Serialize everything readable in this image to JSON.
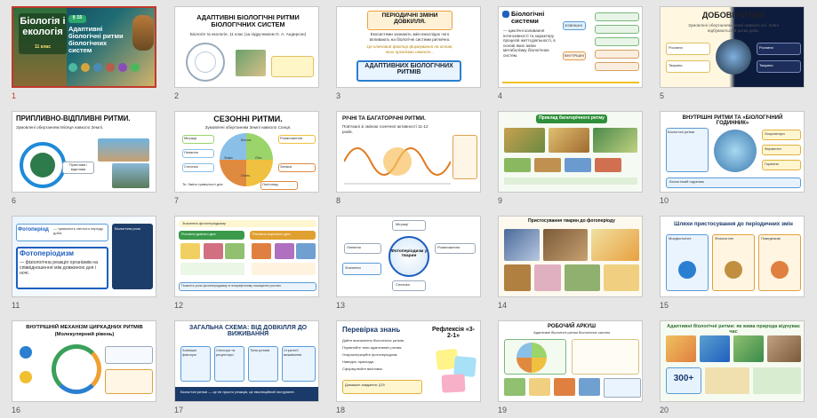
{
  "slides": [
    {
      "num": "1",
      "title": "Біологія і екологія",
      "badge": "11 клас",
      "subtitle": "Адаптивні біологічні ритми біологічних систем",
      "tag": "§ 15"
    },
    {
      "num": "2",
      "title": "АДАПТИВНІ БІОЛОГІЧНІ РИТМИ БІОЛОГІЧНИХ СИСТЕМ",
      "subtitle": "Біологія та екологія, 11 клас (за підручником О. А. Андерсон)"
    },
    {
      "num": "3",
      "title": "ПЕРІОДИЧНІ ЗМІНИ ДОВКІЛЛЯ.",
      "subtitle": "Екосистеми зазнають змін внаслідок чого впливають на біологічні системи ритмічно.",
      "note": "Це ключовий фактор формування на основі, яких організми навколо...",
      "banner": "АДАПТИВНИХ БІОЛОГІЧНИХ РИТМІВ"
    },
    {
      "num": "4",
      "title": "Біологічні системи",
      "lead": "— циклічні коливання інтенсивності та характеру процесів життєдіяльності, в основі яких зміни метаболізму біологічних систем.",
      "tag1": "ЗОВНІШНІ",
      "tag2": "ВНУТРІШНІ"
    },
    {
      "num": "5",
      "title": "ДОБОВІ РИТМИ",
      "subtitle": "Зумовлені обертанням Землі навколо осі. Зовні відбуваються в ритмі доби.",
      "left1": "Рослини",
      "left2": "Тварини",
      "right1": "Рослини",
      "right2": "Тварини"
    },
    {
      "num": "6",
      "title": "ПРИПЛИВНО-ВІДПЛИВНІ РИТМИ.",
      "subtitle": "Зумовлені обертанням Місяця навколо Землі.",
      "center": "Припливи і відпливи"
    },
    {
      "num": "7",
      "title": "СЕЗОННІ РИТМИ.",
      "subtitle": "Зумовлені обертанням Землі навколо Сонця.",
      "s1": "Весна",
      "s2": "Літо",
      "s3": "Осінь",
      "s4": "Зима",
      "c1": "Міграції",
      "c2": "Розмноження",
      "c3": "Линяння",
      "c4": "Сплячка",
      "c5": "Листопад",
      "c6": "Запаси",
      "note": "Ts: Зміни тривалості дня"
    },
    {
      "num": "8",
      "title": "РІЧНІ ТА БАГАТОРІЧНІ РИТМИ.",
      "subtitle": "Пов'язані зі зміною сонячної активності 11-12 років."
    },
    {
      "num": "9",
      "title": "Приклад багаторічного ритму"
    },
    {
      "num": "10",
      "title": "ВНУТРІШНІ РИТМИ ТА «БІОЛОГІЧНИЙ ГОДИННИК»",
      "i1": "Біологічні ритми",
      "i2": "Осцилятори",
      "i3": "Ферменти",
      "i4": "Гормони",
      "foot": "Біологічний годинник"
    },
    {
      "num": "11",
      "title1": "Фотоперіод",
      "text1": "— тривалість світлого періоду доби.",
      "title2": "Фотоперіодизм",
      "text2": "— фізіологічна реакція організмів на співвідношення між довжиною дня і ночі.",
      "side": "Біологічна роль"
    },
    {
      "num": "12",
      "head": "Значення фотоперіодизму",
      "left": "Рослини довгого дня",
      "right": "Рослини короткого дня",
      "foot": "Поясніть роль фотоперіодизму в географічному поширенні рослин."
    },
    {
      "num": "13",
      "center": "Фотоперіодизм у тварин",
      "n1": "Міграції",
      "n2": "Розмноження",
      "n3": "Сплячка",
      "n4": "Линяння",
      "foot": "Значення"
    },
    {
      "num": "14",
      "title": "Пристосування тварин до фотоперіоду"
    },
    {
      "num": "15",
      "title": "Шляхи пристосування до періодичних змін",
      "col1": "Морфологічні",
      "col2": "Фізіологічні",
      "col3": "Поведінкові"
    },
    {
      "num": "16",
      "title": "ВНУТРІШНІЙ МЕХАНІЗМ ЦИРКАДНИХ РИТМІВ",
      "subtitle": "(Молекулярний рівень)"
    },
    {
      "num": "17",
      "title": "ЗАГАЛЬНА СХЕМА: ВІД ДОВКІЛЛЯ ДО ВИЖИВАННЯ",
      "b1": "Зовнішні фактори",
      "b2": "Сенсори та рецептори",
      "b3": "Типи ритмів",
      "b4": "Стратегії виживання",
      "foot": "Біологічні ритми — це не просто реакція, це еволюційний інструмент."
    },
    {
      "num": "18",
      "title": "Перевірка знань",
      "right": "Рефлексія «3-2-1»",
      "q1": "Дайте визначення біологічних ритмів.",
      "q2": "Порівняйте типи адаптивних ритмів.",
      "q3": "Охарактеризуйте фотоперіодизм.",
      "q4": "Наведіть приклади.",
      "q5": "Сформулюйте висновок.",
      "foot": "Домашнє завдання: §15"
    },
    {
      "num": "19",
      "title": "РОБОЧИЙ АРКУШ",
      "subtitle": "Адаптивні біологічні ритми біологічних систем"
    },
    {
      "num": "20",
      "title": "Адаптивні біологічні ритми: як жива природа відчуває час",
      "big": "300+"
    }
  ],
  "selected_slide": "1"
}
